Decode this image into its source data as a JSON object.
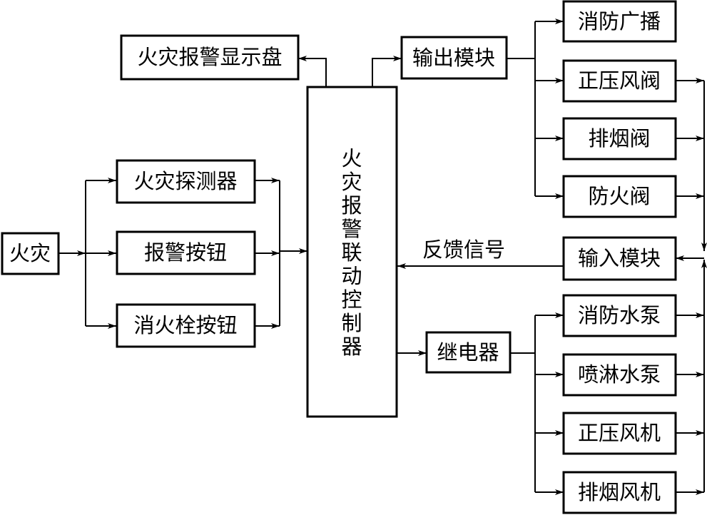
{
  "nodes": {
    "fire": "火灾",
    "detector": "火灾探测器",
    "alarm_button": "报警按钮",
    "hydrant_button": "消火栓按钮",
    "display_panel": "火灾报警显示盘",
    "controller": "火灾报警联动控制器",
    "output_module": "输出模块",
    "input_module": "输入模块",
    "relay": "继电器",
    "broadcast": "消防广播",
    "pressure_valve": "正压风阀",
    "smoke_valve": "排烟阀",
    "fire_damper": "防火阀",
    "fire_pump": "消防水泵",
    "sprinkler_pump": "喷淋水泵",
    "pressure_fan": "正压风机",
    "smoke_fan": "排烟风机"
  },
  "edge_labels": {
    "feedback": "反馈信号"
  }
}
